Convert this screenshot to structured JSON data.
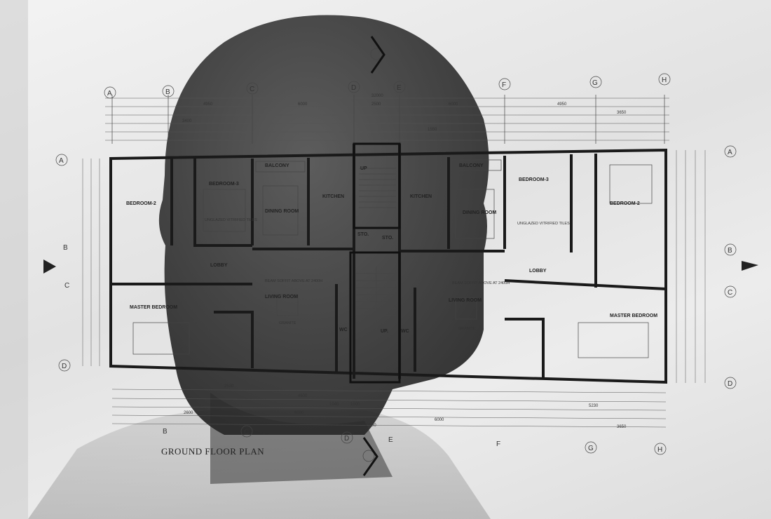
{
  "drawing_title": "GROUND FLOOR PLAN",
  "grid_top": [
    "A",
    "B",
    "C",
    "D",
    "E",
    "F",
    "G",
    "H"
  ],
  "grid_side": [
    "A",
    "B",
    "C",
    "D"
  ],
  "rooms": {
    "left": {
      "bedroom2": "BEDROOM-2",
      "bedroom3": "BEDROOM-3",
      "dining": "DINING ROOM",
      "kitchen": "KITCHEN",
      "lobby": "LOBBY",
      "living": "LIVING ROOM",
      "master": "MASTER BEDROOM",
      "wc": "WC",
      "balcony": "BALCONY",
      "beam_note": "BEAM SOFFIT ABOVE AT 2400H",
      "granite": "GRANITE",
      "tiles": "UNGLAZED VITRIFIED TILES"
    },
    "center": {
      "up_top": "UP",
      "up_bottom": "UP.",
      "sto1": "STO.",
      "sto2": "STO."
    },
    "right": {
      "bedroom3": "BEDROOM-3",
      "bedroom2": "BEDROOM-2",
      "dining": "DINING ROOM",
      "kitchen": "KITCHEN",
      "lobby": "LOBBY",
      "living": "LIVING ROOM",
      "master": "MASTER BEDROOM",
      "wc": "WC",
      "balcony": "BALCONY",
      "beam_note": "BEAM SOFFIT ABOVE AT 2400H",
      "granite": "GRANITE",
      "tiles": "UNGLAZED VITRIFIED TILES"
    }
  },
  "dimensions": {
    "overall": "32000",
    "d1": "4950",
    "d2": "6000",
    "d3": "2500",
    "d4": "6000",
    "d5": "4950",
    "d6": "3650",
    "d7": "3400",
    "d8": "1550",
    "d9": "4600",
    "d10": "5230",
    "d11": "2530",
    "d12": "2600",
    "d13": "1040",
    "d14": "1000"
  }
}
